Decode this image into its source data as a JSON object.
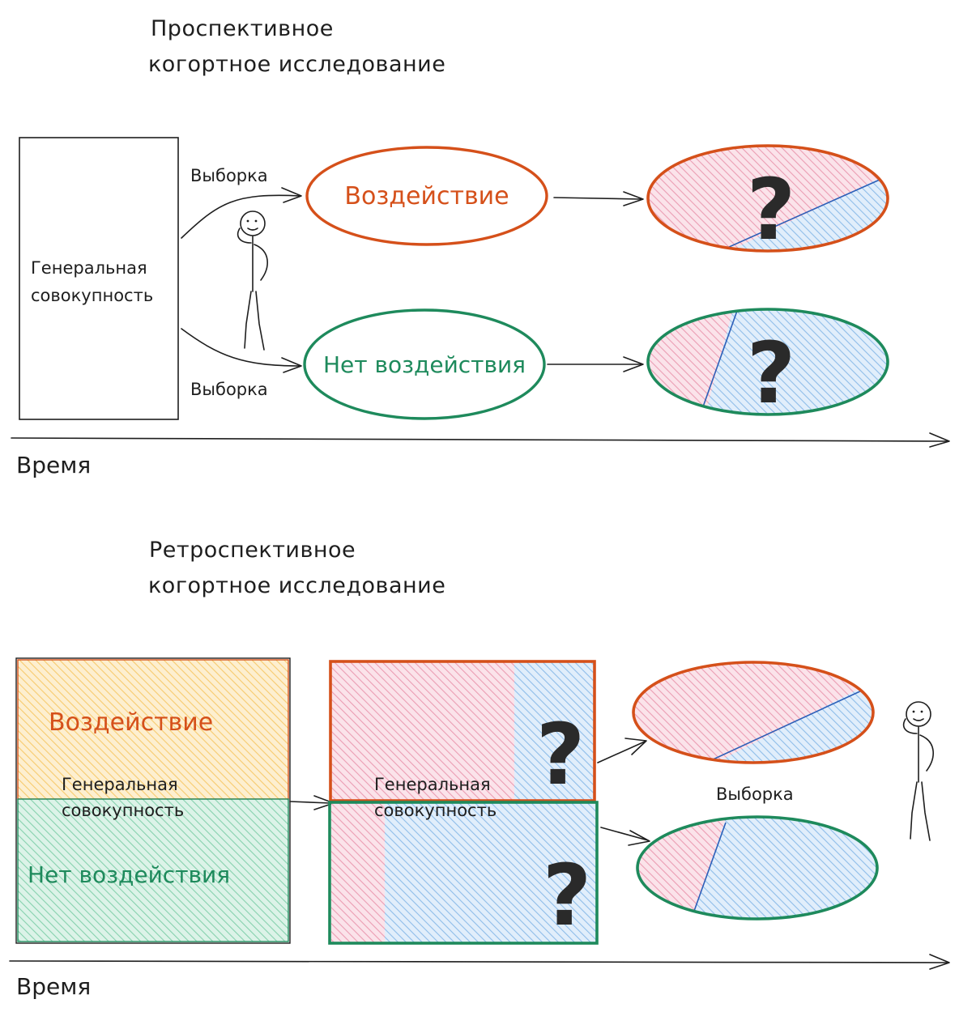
{
  "colors": {
    "ink": "#1e1e1e",
    "exposure": "#d5501a",
    "no_exposure": "#1e8a5c",
    "pink_fill": "#f4b5c5",
    "blue_fill": "#a9cdef",
    "orange_fill": "#fbd98e",
    "green_fill": "#9edcc0"
  },
  "prospective": {
    "title_line1": "Проспективное",
    "title_line2": "когортное исследование",
    "population_line1": "Генеральная",
    "population_line2": "совокупность",
    "sample_top": "Выборка",
    "sample_bottom": "Выборка",
    "exposure": "Воздействие",
    "no_exposure": "Нет воздействия",
    "unknown_top": "?",
    "unknown_bottom": "?",
    "time": "Время"
  },
  "retrospective": {
    "title_line1": "Ретроспективное",
    "title_line2": "когортное исследование",
    "exposure": "Воздействие",
    "no_exposure": "Нет воздействия",
    "population_left_line1": "Генеральная",
    "population_left_line2": "совокупность",
    "population_mid_line1": "Генеральная",
    "population_mid_line2": "совокупность",
    "unknown_top": "?",
    "unknown_bottom": "?",
    "sample": "Выборка",
    "time": "Время"
  }
}
